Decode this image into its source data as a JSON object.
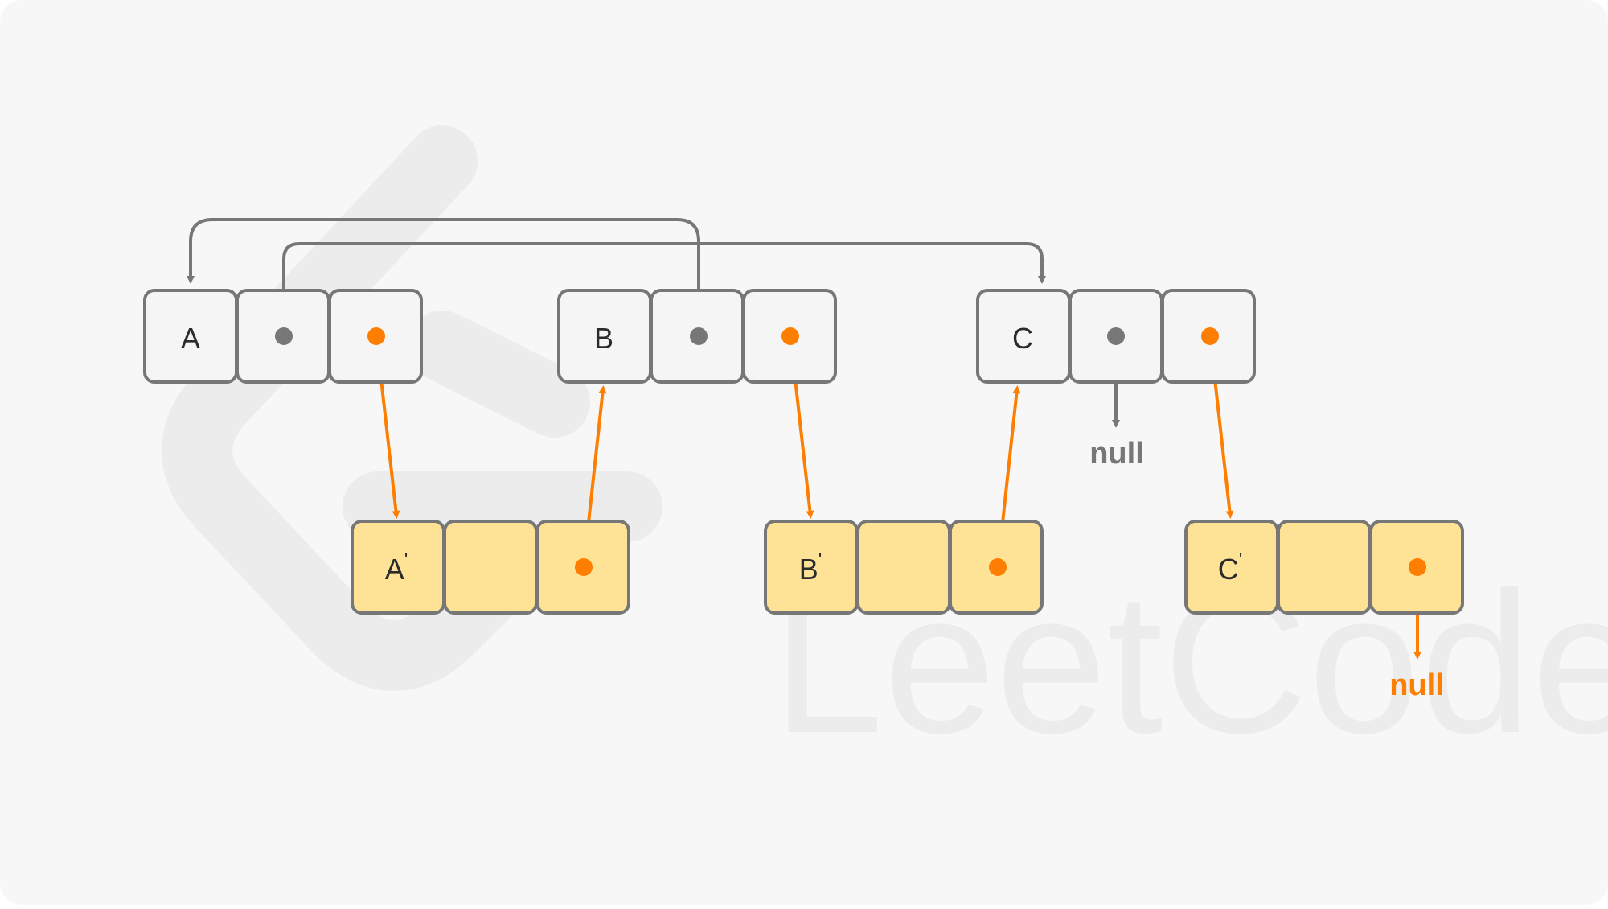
{
  "colors": {
    "background": "#f7f7f7",
    "node_stroke": "#777777",
    "node_fill": "#f5f5f5",
    "copy_fill": "#fee396",
    "gray_pointer": "#777777",
    "orange_pointer": "#fd7e00",
    "watermark": "#ececec",
    "label_text": "#2b2b2b"
  },
  "watermark": {
    "text": "LeetCode",
    "icon": "leetcode-logo-icon"
  },
  "original_nodes": [
    {
      "label": "A"
    },
    {
      "label": "B"
    },
    {
      "label": "C"
    }
  ],
  "copied_nodes": [
    {
      "label": "A",
      "prime": "'"
    },
    {
      "label": "B",
      "prime": "'"
    },
    {
      "label": "C",
      "prime": "'"
    }
  ],
  "null_labels": {
    "gray": "null",
    "orange": "null"
  }
}
